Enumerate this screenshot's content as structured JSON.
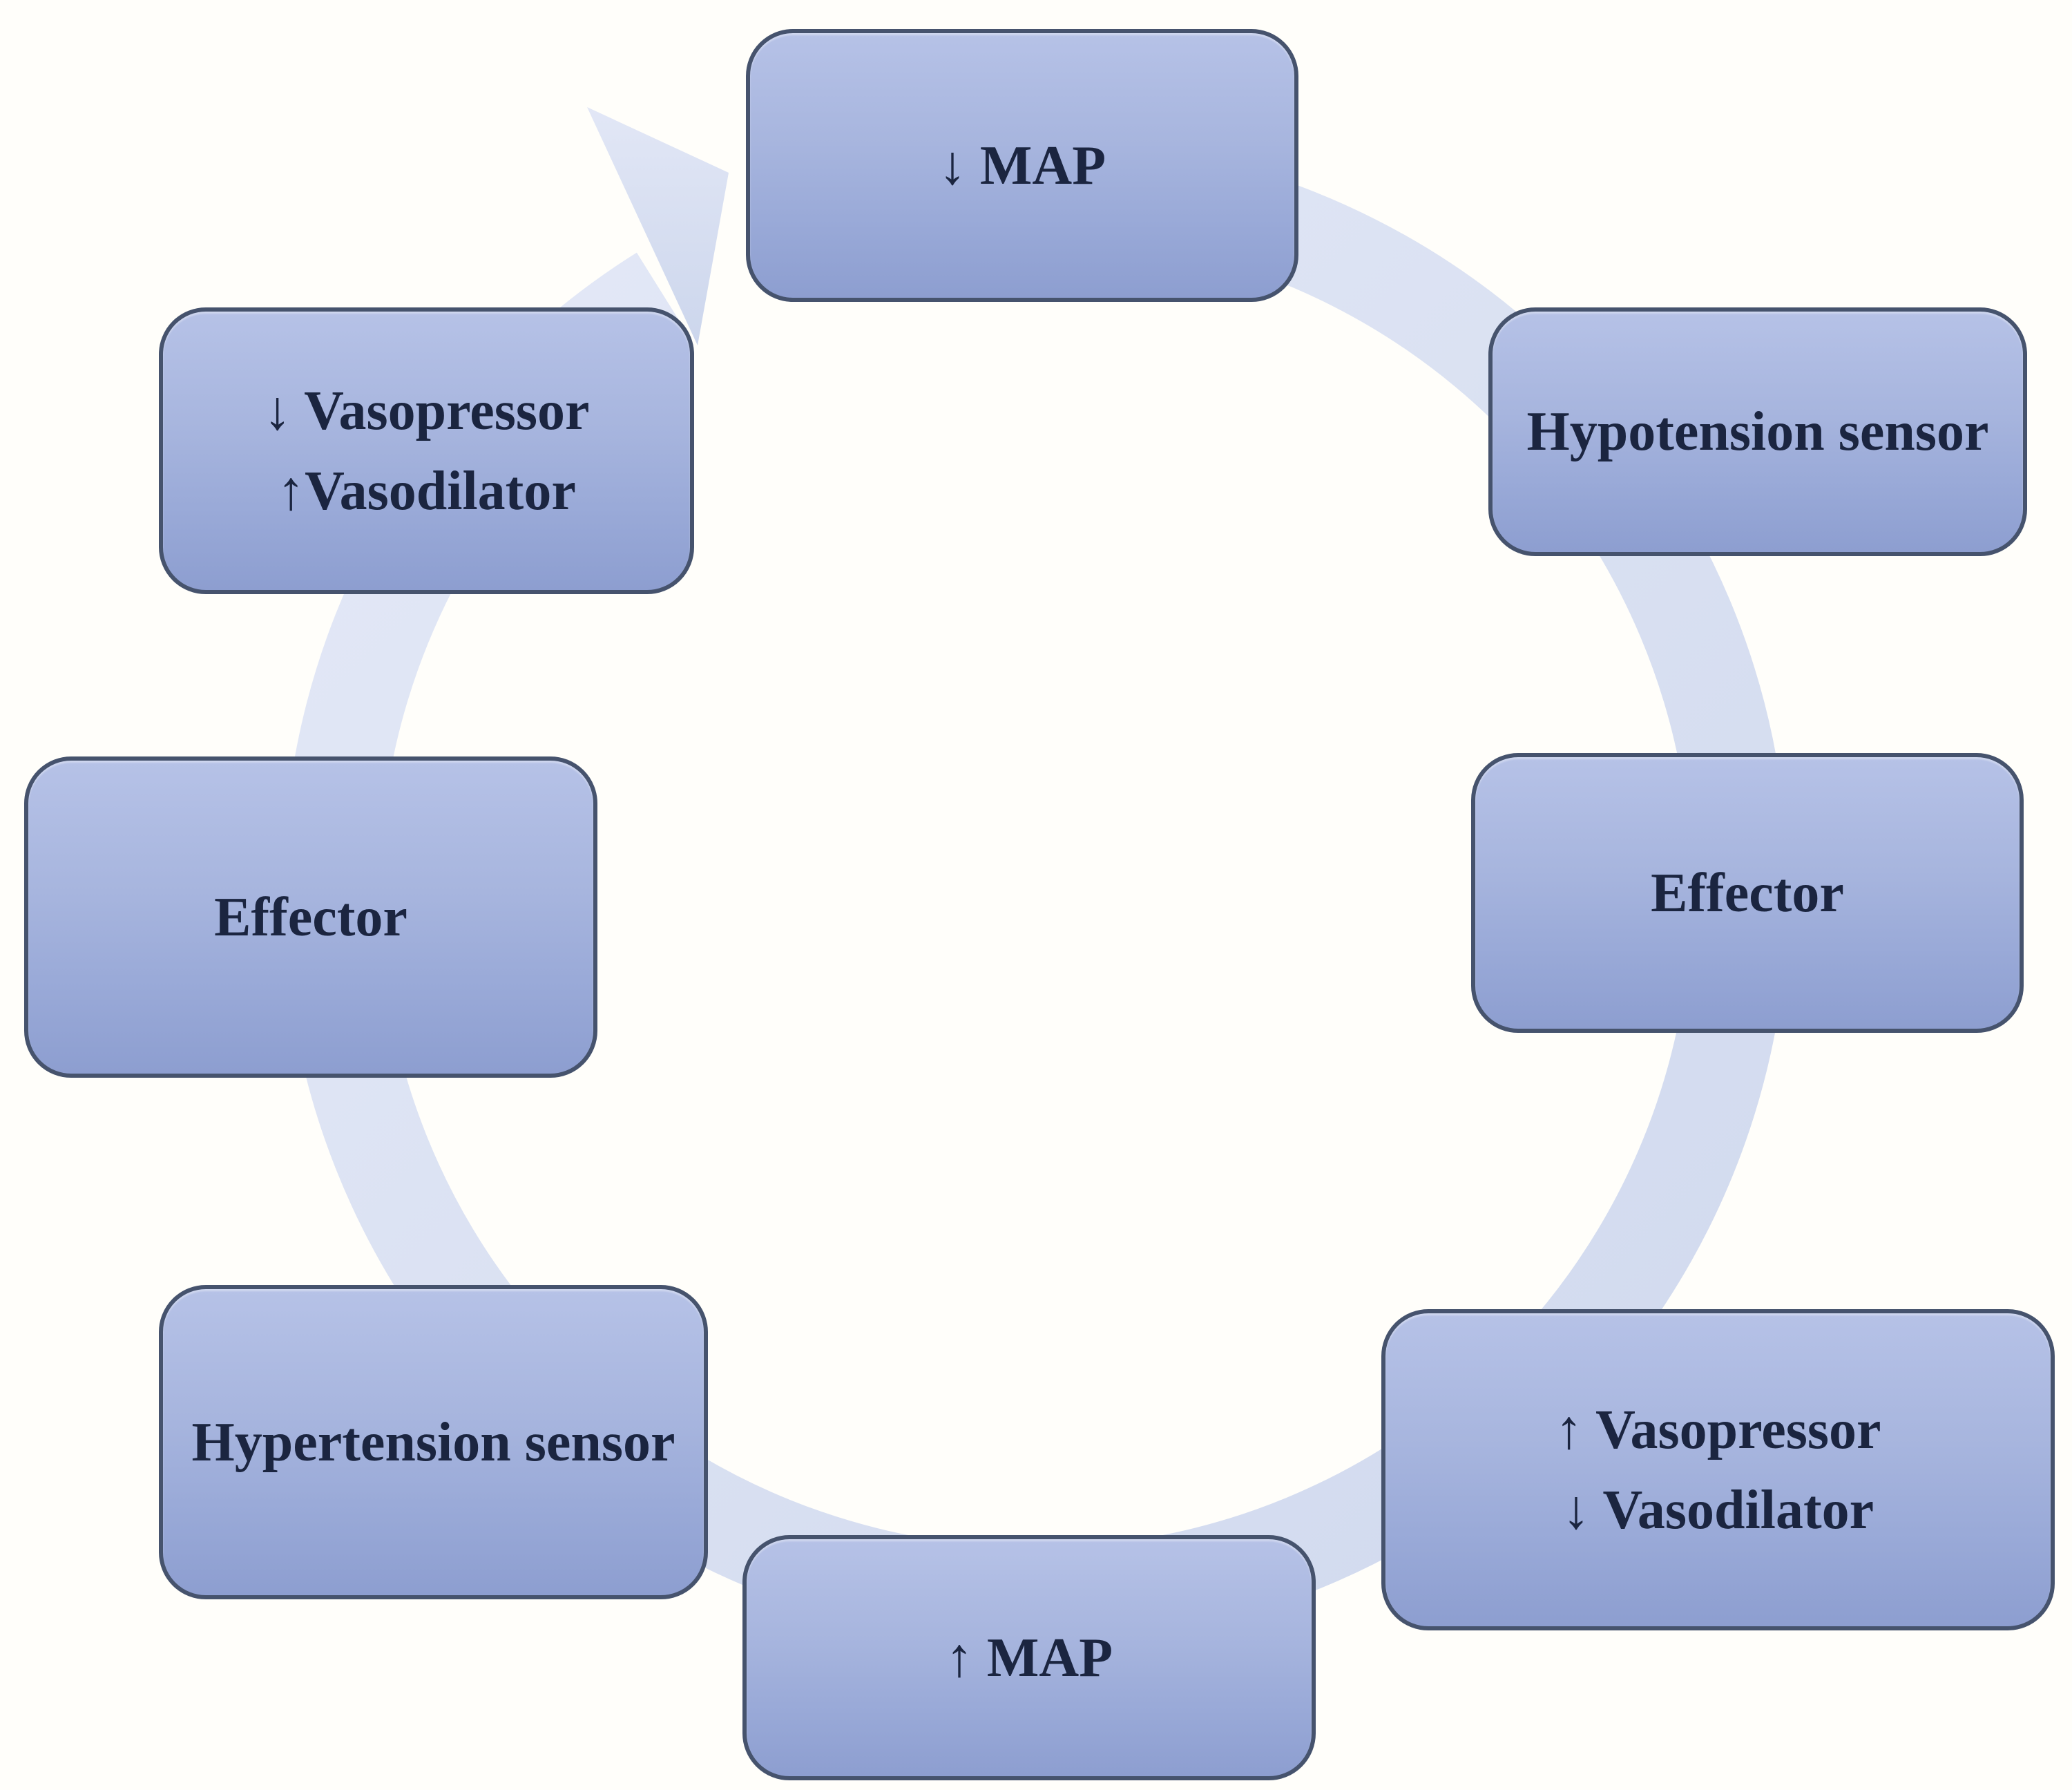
{
  "diagram": {
    "description": "Blood pressure regulation feedback cycle",
    "cycle_arrow": {
      "name": "clockwise-cycle-arrow",
      "direction": "clockwise",
      "color": "#dbe2f3"
    },
    "colors": {
      "background": "#fffefa",
      "box_fill_top": "#b6c2e7",
      "box_fill_bottom": "#8d9ed0",
      "box_border": "#46536d",
      "text": "#1b2540",
      "ring": "#dbe2f3",
      "arrowhead": "#d8dff2"
    },
    "nodes": [
      {
        "id": "map-down",
        "position": "top",
        "lines": [
          "↓ MAP"
        ]
      },
      {
        "id": "hypotension-sensor",
        "position": "top-right",
        "lines": [
          "Hypotension sensor"
        ]
      },
      {
        "id": "effector-right",
        "position": "right",
        "lines": [
          "Effector"
        ]
      },
      {
        "id": "vasopressor-up",
        "position": "bottom-right",
        "lines": [
          "↑ Vasopressor",
          "↓ Vasodilator"
        ]
      },
      {
        "id": "map-up",
        "position": "bottom",
        "lines": [
          "↑ MAP"
        ]
      },
      {
        "id": "hypertension-sensor",
        "position": "bottom-left",
        "lines": [
          "Hypertension sensor"
        ]
      },
      {
        "id": "effector-left",
        "position": "left",
        "lines": [
          "Effector"
        ]
      },
      {
        "id": "vasopressor-down",
        "position": "top-left",
        "lines": [
          "↓ Vasopressor",
          "↑Vasodilator"
        ]
      }
    ]
  }
}
